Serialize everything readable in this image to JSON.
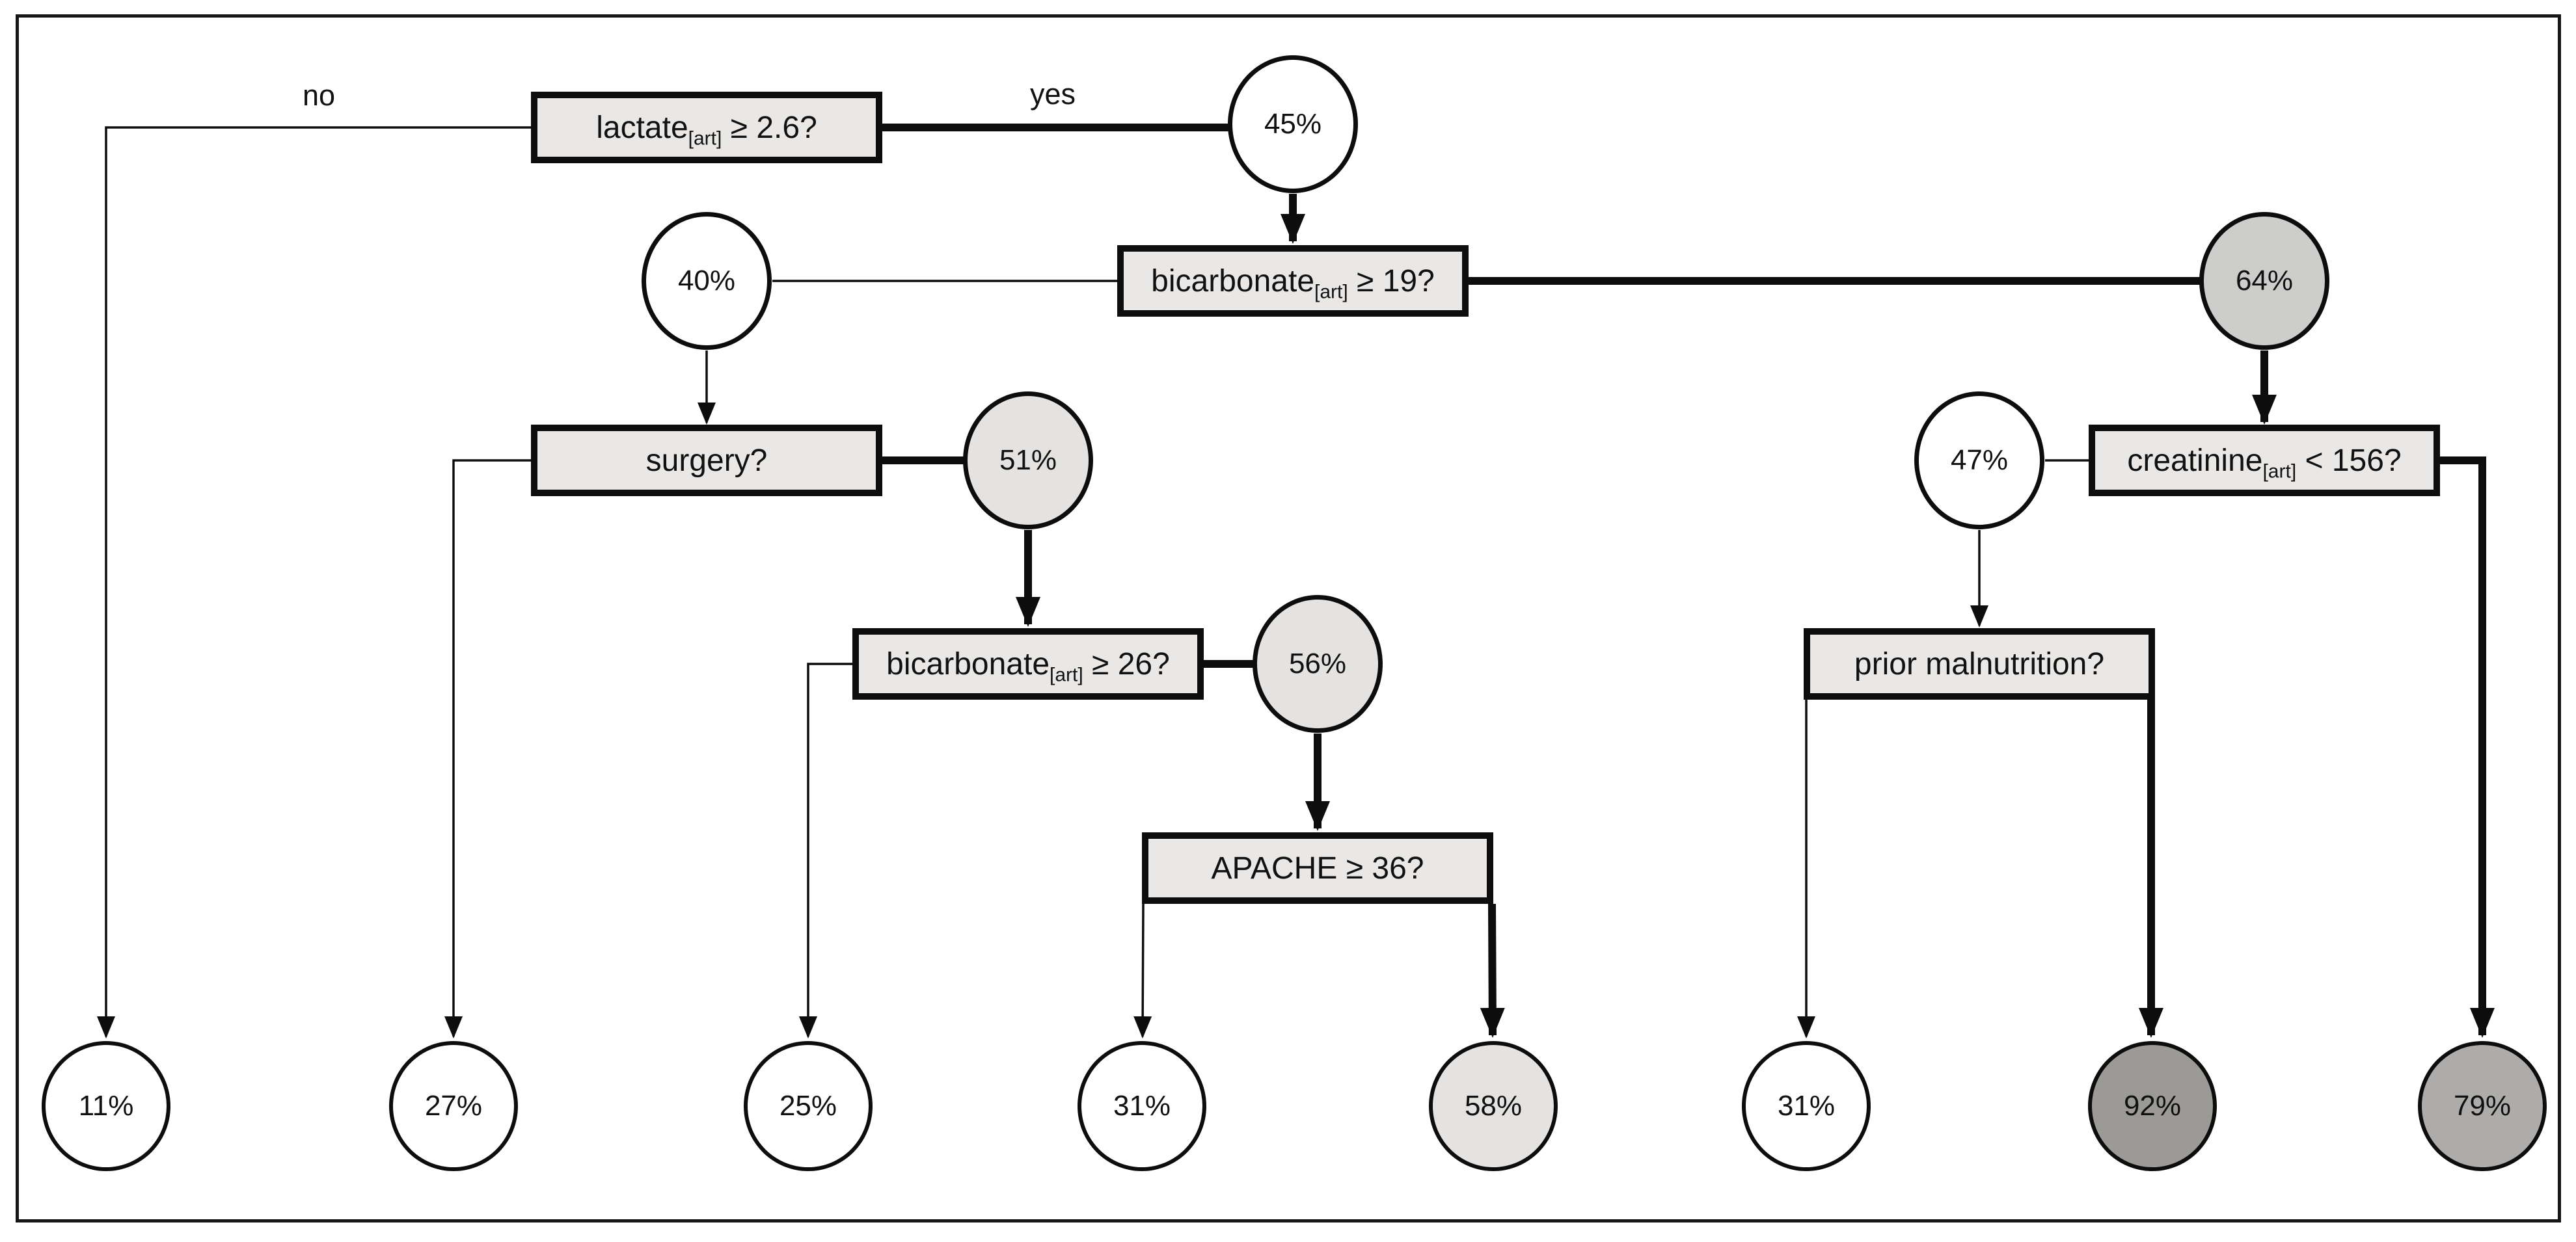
{
  "figure": {
    "type": "decision tree",
    "branch_labels": {
      "no": "no",
      "yes": "yes"
    }
  },
  "nodes": {
    "lactate": {
      "main": "lactate",
      "sub": "[art]",
      "rest": " ≥ 2.6?"
    },
    "bicarb19": {
      "main": "bicarbonate",
      "sub": "[art]",
      "rest": " ≥ 19?"
    },
    "surgery": {
      "main": "surgery?",
      "sub": "",
      "rest": ""
    },
    "creatinine": {
      "main": "creatinine",
      "sub": "[art]",
      "rest": " < 156?"
    },
    "bicarb26": {
      "main": "bicarbonate",
      "sub": "[art]",
      "rest": " ≥ 26?"
    },
    "prior_malnutrition": {
      "main": "prior malnutrition?",
      "sub": "",
      "rest": ""
    },
    "apache": {
      "main": "APACHE ≥ 36?",
      "sub": "",
      "rest": ""
    }
  },
  "probabilities": {
    "p45": {
      "value": "45%",
      "fill": "#ffffff"
    },
    "p40": {
      "value": "40%",
      "fill": "#ffffff"
    },
    "p64": {
      "value": "64%",
      "fill": "#cdcdcb"
    },
    "p51": {
      "value": "51%",
      "fill": "#e4e3e1"
    },
    "p47": {
      "value": "47%",
      "fill": "#ffffff"
    },
    "p56": {
      "value": "56%",
      "fill": "#e4e3e1"
    },
    "leaf_11": {
      "value": "11%",
      "fill": "#ffffff"
    },
    "leaf_27": {
      "value": "27%",
      "fill": "#ffffff"
    },
    "leaf_25": {
      "value": "25%",
      "fill": "#ffffff"
    },
    "leaf_31_left": {
      "value": "31%",
      "fill": "#ffffff"
    },
    "leaf_58": {
      "value": "58%",
      "fill": "#e4e3e1"
    },
    "leaf_31_right": {
      "value": "31%",
      "fill": "#ffffff"
    },
    "leaf_92": {
      "value": "92%",
      "fill": "#9c9a96"
    },
    "leaf_79": {
      "value": "79%",
      "fill": "#adacaa"
    }
  },
  "colors": {
    "box_fill": "#e9e8e6",
    "line": "#000000",
    "border": "#161616",
    "background": "#ffffff"
  },
  "edges": [
    {
      "from": "lactate",
      "to": "leaf_11",
      "label": "no",
      "weight": "thin"
    },
    {
      "from": "lactate",
      "to": "p45",
      "label": "yes",
      "weight": "thick"
    },
    {
      "from": "p45",
      "to": "bicarb19",
      "weight": "thick"
    },
    {
      "from": "bicarb19",
      "to": "p40",
      "weight": "thin"
    },
    {
      "from": "p40",
      "to": "surgery",
      "weight": "thin"
    },
    {
      "from": "bicarb19",
      "to": "p64",
      "weight": "thick"
    },
    {
      "from": "p64",
      "to": "creatinine",
      "weight": "thick"
    },
    {
      "from": "surgery",
      "to": "leaf_27",
      "weight": "thin"
    },
    {
      "from": "surgery",
      "to": "p51",
      "weight": "thick"
    },
    {
      "from": "p51",
      "to": "bicarb26",
      "weight": "thick"
    },
    {
      "from": "bicarb26",
      "to": "leaf_25",
      "weight": "thin"
    },
    {
      "from": "bicarb26",
      "to": "p56",
      "weight": "thick"
    },
    {
      "from": "p56",
      "to": "apache",
      "weight": "thick"
    },
    {
      "from": "apache",
      "to": "leaf_31_left",
      "weight": "thin"
    },
    {
      "from": "apache",
      "to": "leaf_58",
      "weight": "thick"
    },
    {
      "from": "creatinine",
      "to": "p47",
      "weight": "thin"
    },
    {
      "from": "p47",
      "to": "prior_malnutrition",
      "weight": "thin"
    },
    {
      "from": "creatinine",
      "to": "leaf_79",
      "weight": "thick"
    },
    {
      "from": "prior_malnutrition",
      "to": "leaf_31_right",
      "weight": "thin"
    },
    {
      "from": "prior_malnutrition",
      "to": "leaf_92",
      "weight": "thick"
    }
  ]
}
